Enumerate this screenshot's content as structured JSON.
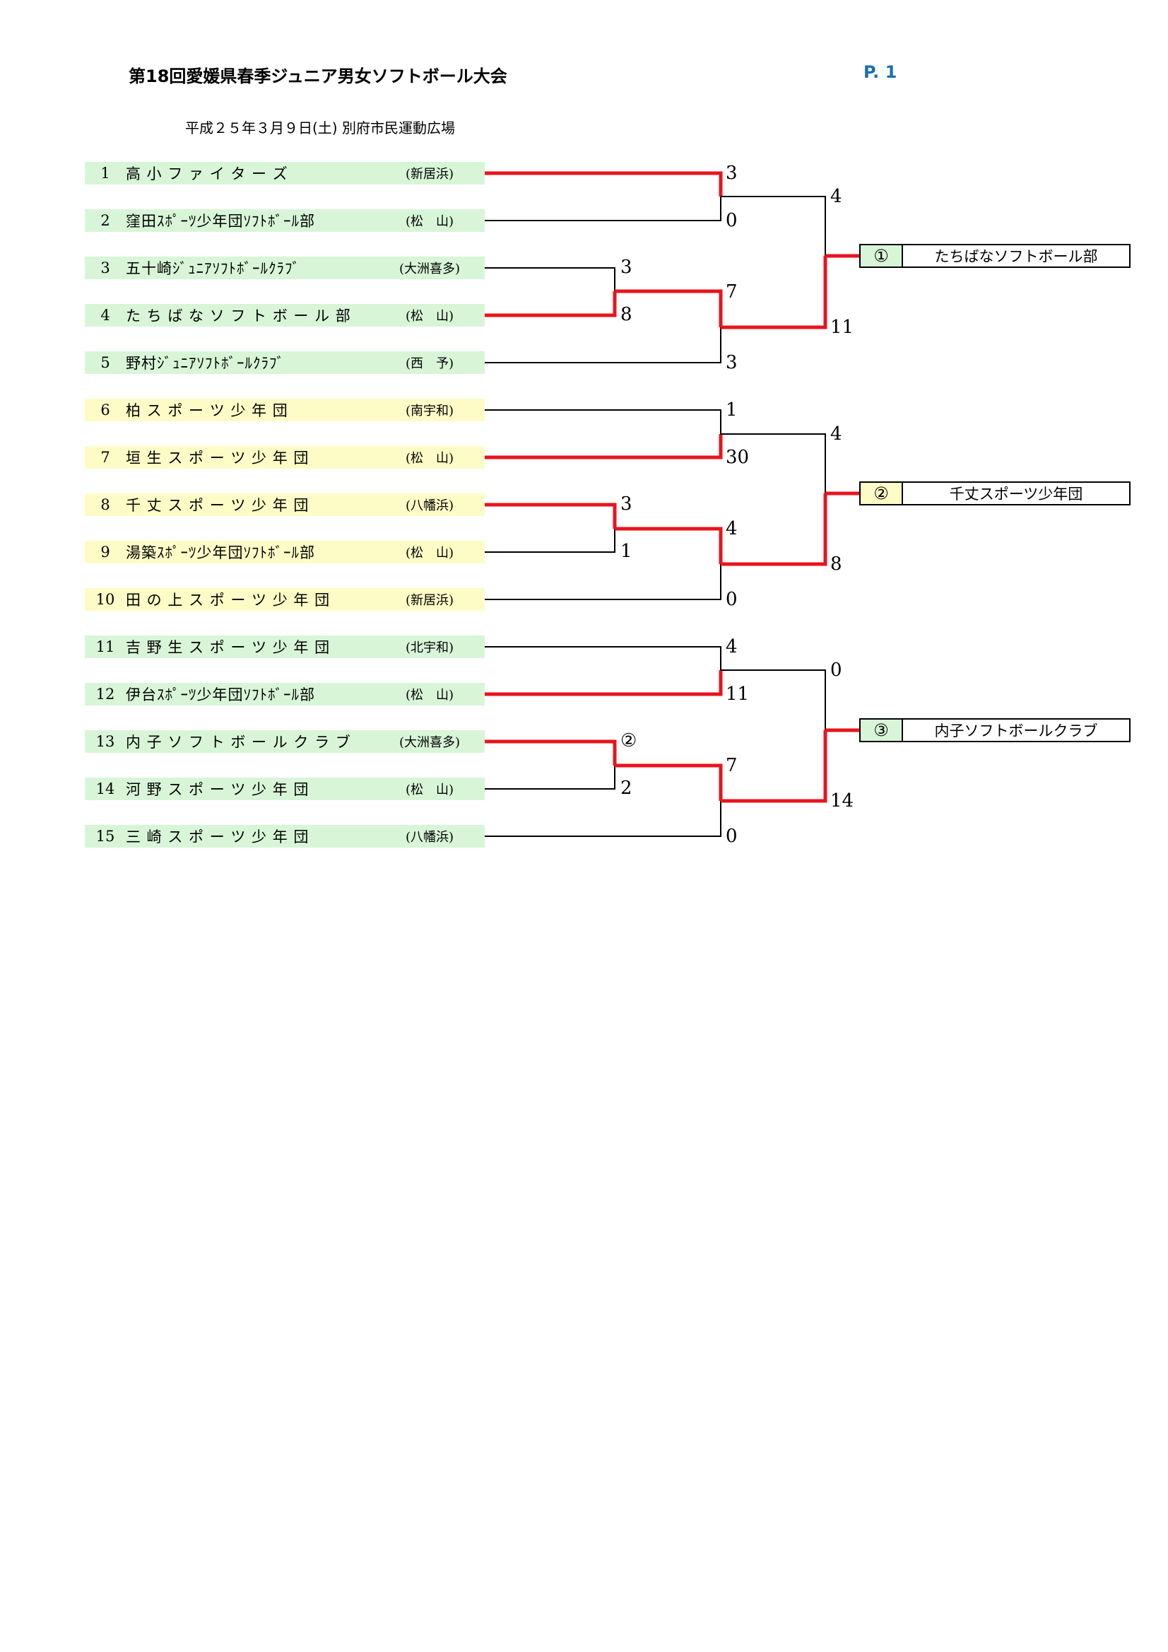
{
  "header": {
    "title": "第18回愛媛県春季ジュニア男女ソフトボール大会",
    "page_label": "P. 1",
    "subtitle": "平成２５年３月９日(土) 別府市民運動広場"
  },
  "teams": [
    {
      "no": "1",
      "name": "高 小 フ ァ イ タ ー ズ",
      "region": "(新居浜)",
      "color": "green"
    },
    {
      "no": "2",
      "name": "窪田ｽﾎﾟｰﾂ少年団ｿﾌﾄﾎﾞｰﾙ部",
      "region": "(松　山)",
      "color": "green"
    },
    {
      "no": "3",
      "name": "五十崎ｼﾞｭﾆｱｿﾌﾄﾎﾞｰﾙｸﾗﾌﾞ",
      "region": "(大洲喜多)",
      "color": "green"
    },
    {
      "no": "4",
      "name": "た ち ば な ソ フ ト ボ ー ル 部",
      "region": "(松　山)",
      "color": "green"
    },
    {
      "no": "5",
      "name": "野村ｼﾞｭﾆｱｿﾌﾄﾎﾞｰﾙｸﾗﾌﾞ",
      "region": "(西　予)",
      "color": "green"
    },
    {
      "no": "6",
      "name": "柏 ス ポ ー ツ 少 年 団",
      "region": "(南宇和)",
      "color": "yellow"
    },
    {
      "no": "7",
      "name": "垣 生 ス ポ ー ツ 少 年 団",
      "region": "(松　山)",
      "color": "yellow"
    },
    {
      "no": "8",
      "name": "千 丈 ス ポ ー ツ 少 年 団",
      "region": "(八幡浜)",
      "color": "yellow"
    },
    {
      "no": "9",
      "name": "湯築ｽﾎﾟｰﾂ少年団ｿﾌﾄﾎﾞｰﾙ部",
      "region": "(松　山)",
      "color": "yellow"
    },
    {
      "no": "10",
      "name": "田 の 上 ス ポ ー ツ 少 年 団",
      "region": "(新居浜)",
      "color": "yellow"
    },
    {
      "no": "11",
      "name": "吉 野 生 ス ポ ー ツ 少 年 団",
      "region": "(北宇和)",
      "color": "green"
    },
    {
      "no": "12",
      "name": "伊台ｽﾎﾟｰﾂ少年団ｿﾌﾄﾎﾞｰﾙ部",
      "region": "(松　山)",
      "color": "green"
    },
    {
      "no": "13",
      "name": "内 子 ソ フ ト ボ ー ル ク ラ ブ",
      "region": "(大洲喜多)",
      "color": "green"
    },
    {
      "no": "14",
      "name": "河 野 ス ポ ー ツ 少 年 団",
      "region": "(松　山)",
      "color": "green"
    },
    {
      "no": "15",
      "name": "三 崎 ス ポ ー ツ 少 年 団",
      "region": "(八幡浜)",
      "color": "green"
    }
  ],
  "scores": {
    "r1": [
      "3",
      "8",
      "3",
      "1",
      "②",
      "2"
    ],
    "r2": [
      "3",
      "0",
      "7",
      "3",
      "1",
      "30",
      "4",
      "0",
      "4",
      "11",
      "7",
      "0"
    ],
    "r3": [
      "4",
      "11",
      "4",
      "8",
      "0",
      "14"
    ]
  },
  "results": [
    {
      "place": "①",
      "team": "たちばなソフトボール部",
      "color": "green"
    },
    {
      "place": "②",
      "team": "千丈スポーツ少年団",
      "color": "yellow"
    },
    {
      "place": "③",
      "team": "内子ソフトボールクラブ",
      "color": "green"
    }
  ],
  "colors": {
    "winner_line": "#e8141e",
    "loser_line": "#000000",
    "row_green": "#d8f5d8",
    "row_yellow": "#fdfcc6",
    "page_label": "#1a6fb0"
  }
}
